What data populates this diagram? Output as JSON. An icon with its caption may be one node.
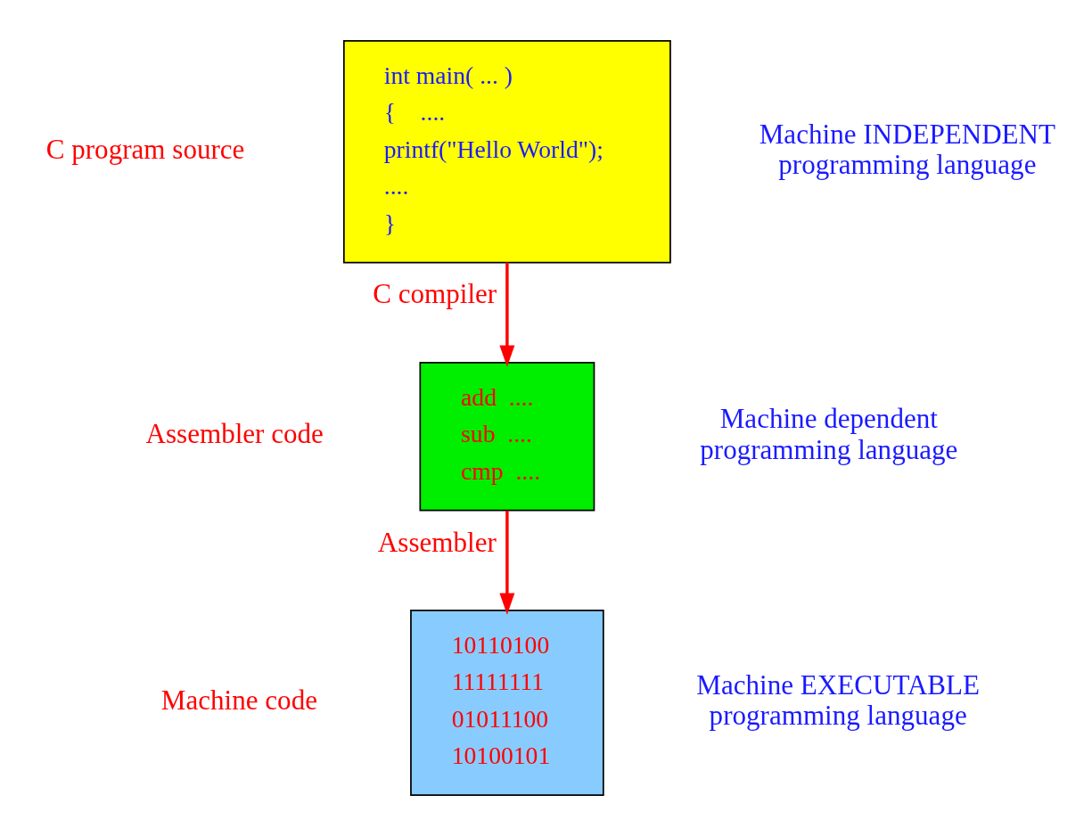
{
  "diagram": {
    "nodes": [
      {
        "text": [
          "int main( ... )",
          "{    ....",
          "printf(\"Hello World\");",
          "....",
          "}"
        ],
        "beside": [
          "C program source",
          "Machine INDEPENDENT programming language"
        ]
      },
      {
        "text": [
          "add  ....",
          "sub  ....",
          "cmp  ...."
        ],
        "beside": [
          "Assembler code",
          "Machine dependent programming language"
        ]
      },
      {
        "text": [
          "10110100",
          "11111111",
          "01011100",
          "10100101"
        ],
        "beside": [
          "Machine code",
          "Machine EXECUTABLE programming language"
        ]
      }
    ],
    "edges": [
      {
        "from": 0,
        "to": 1,
        "arrow": "to",
        "label": "C compiler"
      },
      {
        "from": 1,
        "to": 2,
        "arrow": "to",
        "label": "Assembler"
      }
    ]
  }
}
